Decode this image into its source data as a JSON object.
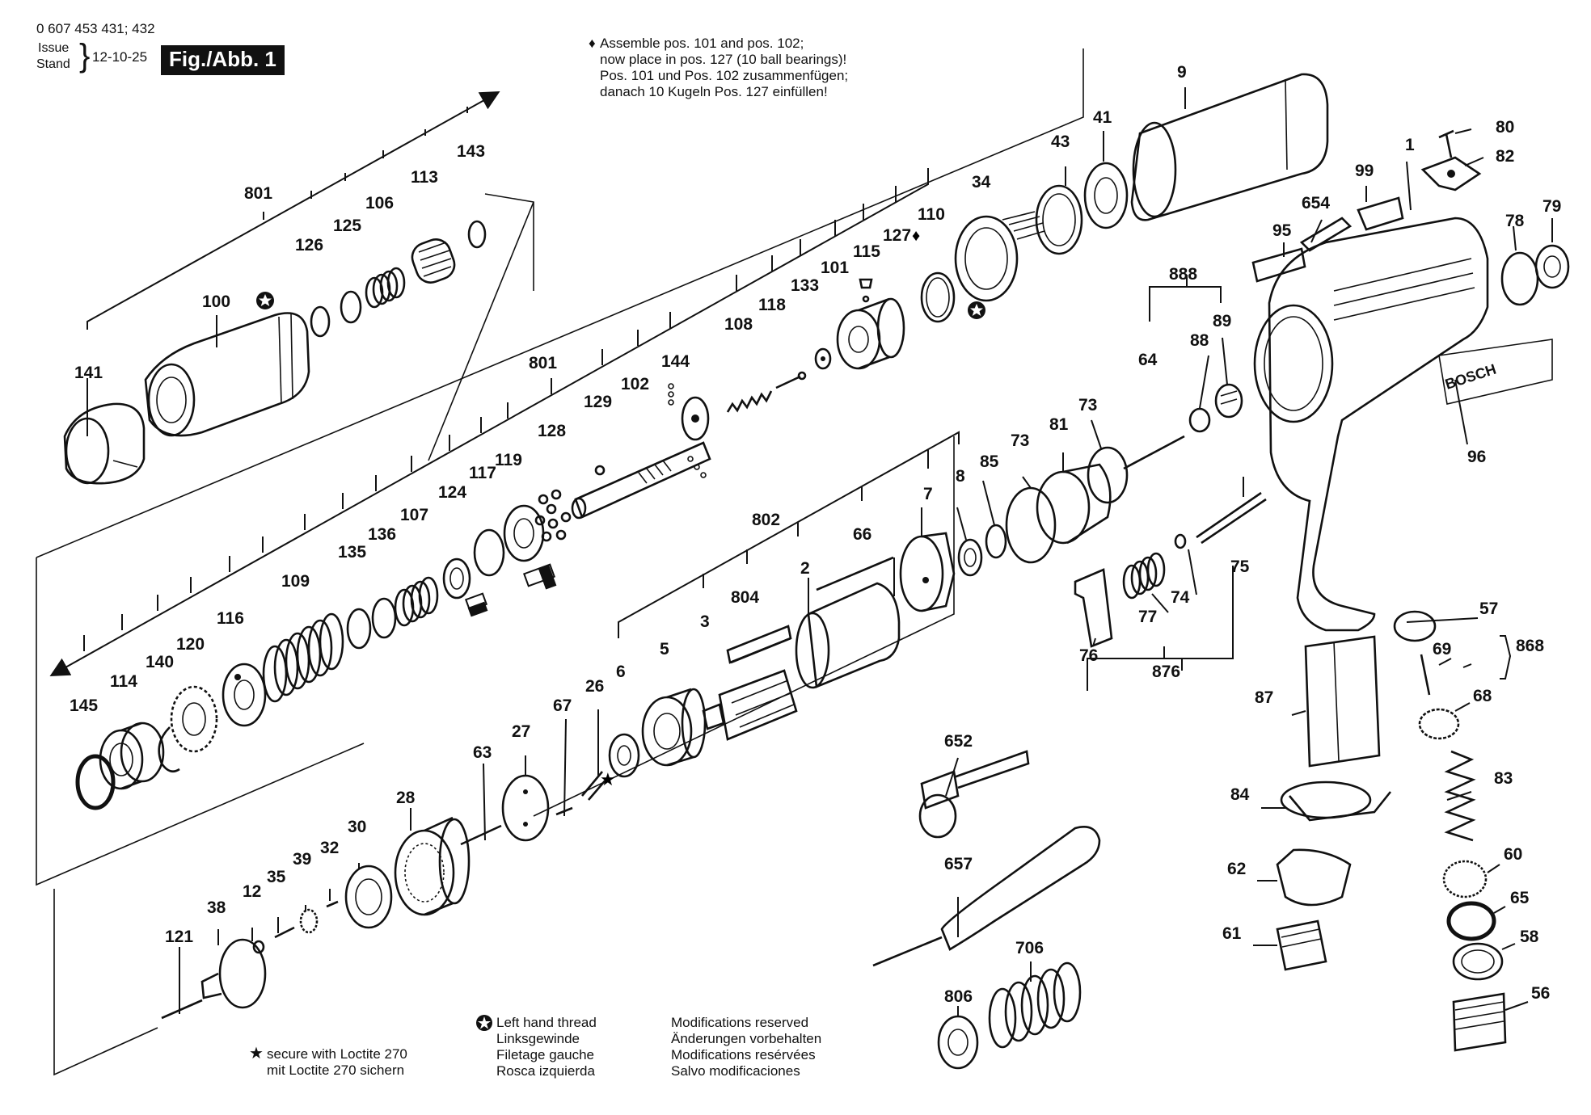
{
  "header": {
    "part_numbers": "0 607 453 431; 432",
    "issue_label": "Issue",
    "stand_label": "Stand",
    "issue_date": "12-10-25",
    "figure_label": "Fig./Abb. 1"
  },
  "assembly_note": {
    "lines": [
      "Assemble pos. 101 and pos. 102;",
      "now place in pos. 127 (10 ball bearings)!",
      "Pos. 101 und Pos. 102 zusammenfügen;",
      "danach 10 Kugeln Pos. 127 einfüllen!"
    ]
  },
  "legend": {
    "loctite_lines": [
      "secure with Loctite 270",
      "mit Loctite 270 sichern"
    ],
    "lefthand_lines": [
      "Left hand thread",
      "Linksgewinde",
      "Filetage gauche",
      "Rosca izquierda"
    ],
    "modifications_lines": [
      "Modifications reserved",
      "Änderungen vorbehalten",
      "Modifications resérvées",
      "Salvo modificaciones"
    ]
  },
  "brand": {
    "housing_text": "BOSCH"
  },
  "part_labels": {
    "p141": "141",
    "p100": "100",
    "p801a": "801",
    "p126": "126",
    "p125": "125",
    "p106": "106",
    "p113": "113",
    "p143": "143",
    "p801b": "801",
    "p128": "128",
    "p129": "129",
    "p102": "102",
    "p144": "144",
    "p108": "108",
    "p118": "118",
    "p133": "133",
    "p101": "101",
    "p115": "115",
    "p127": "127",
    "p110": "110",
    "p34": "34",
    "p43": "43",
    "p41": "41",
    "p9": "9",
    "p80": "80",
    "p82": "82",
    "p1": "1",
    "p99": "99",
    "p654": "654",
    "p95": "95",
    "p78": "78",
    "p79": "79",
    "p888": "888",
    "p64": "64",
    "p88": "88",
    "p89": "89",
    "p96": "96",
    "p73a": "73",
    "p73b": "73",
    "p81": "81",
    "p145": "145",
    "p114": "114",
    "p140": "140",
    "p120": "120",
    "p116": "116",
    "p109": "109",
    "p135": "135",
    "p136": "136",
    "p107": "107",
    "p124": "124",
    "p117": "117",
    "p119": "119",
    "p802": "802",
    "p66": "66",
    "p7": "7",
    "p8": "8",
    "p85": "85",
    "p2": "2",
    "p804": "804",
    "p3": "3",
    "p5": "5",
    "p6": "6",
    "p26": "26",
    "p67": "67",
    "p27": "27",
    "p63": "63",
    "p28": "28",
    "p30": "30",
    "p32": "32",
    "p39": "39",
    "p35": "35",
    "p12": "12",
    "p38": "38",
    "p121": "121",
    "p75": "75",
    "p74": "74",
    "p77": "77",
    "p76": "76",
    "p876": "876",
    "p57": "57",
    "p69": "69",
    "p868": "868",
    "p68": "68",
    "p87": "87",
    "p83": "83",
    "p84": "84",
    "p60": "60",
    "p62": "62",
    "p65": "65",
    "p61": "61",
    "p58": "58",
    "p56": "56",
    "p652": "652",
    "p657": "657",
    "p706": "706",
    "p806": "806"
  }
}
